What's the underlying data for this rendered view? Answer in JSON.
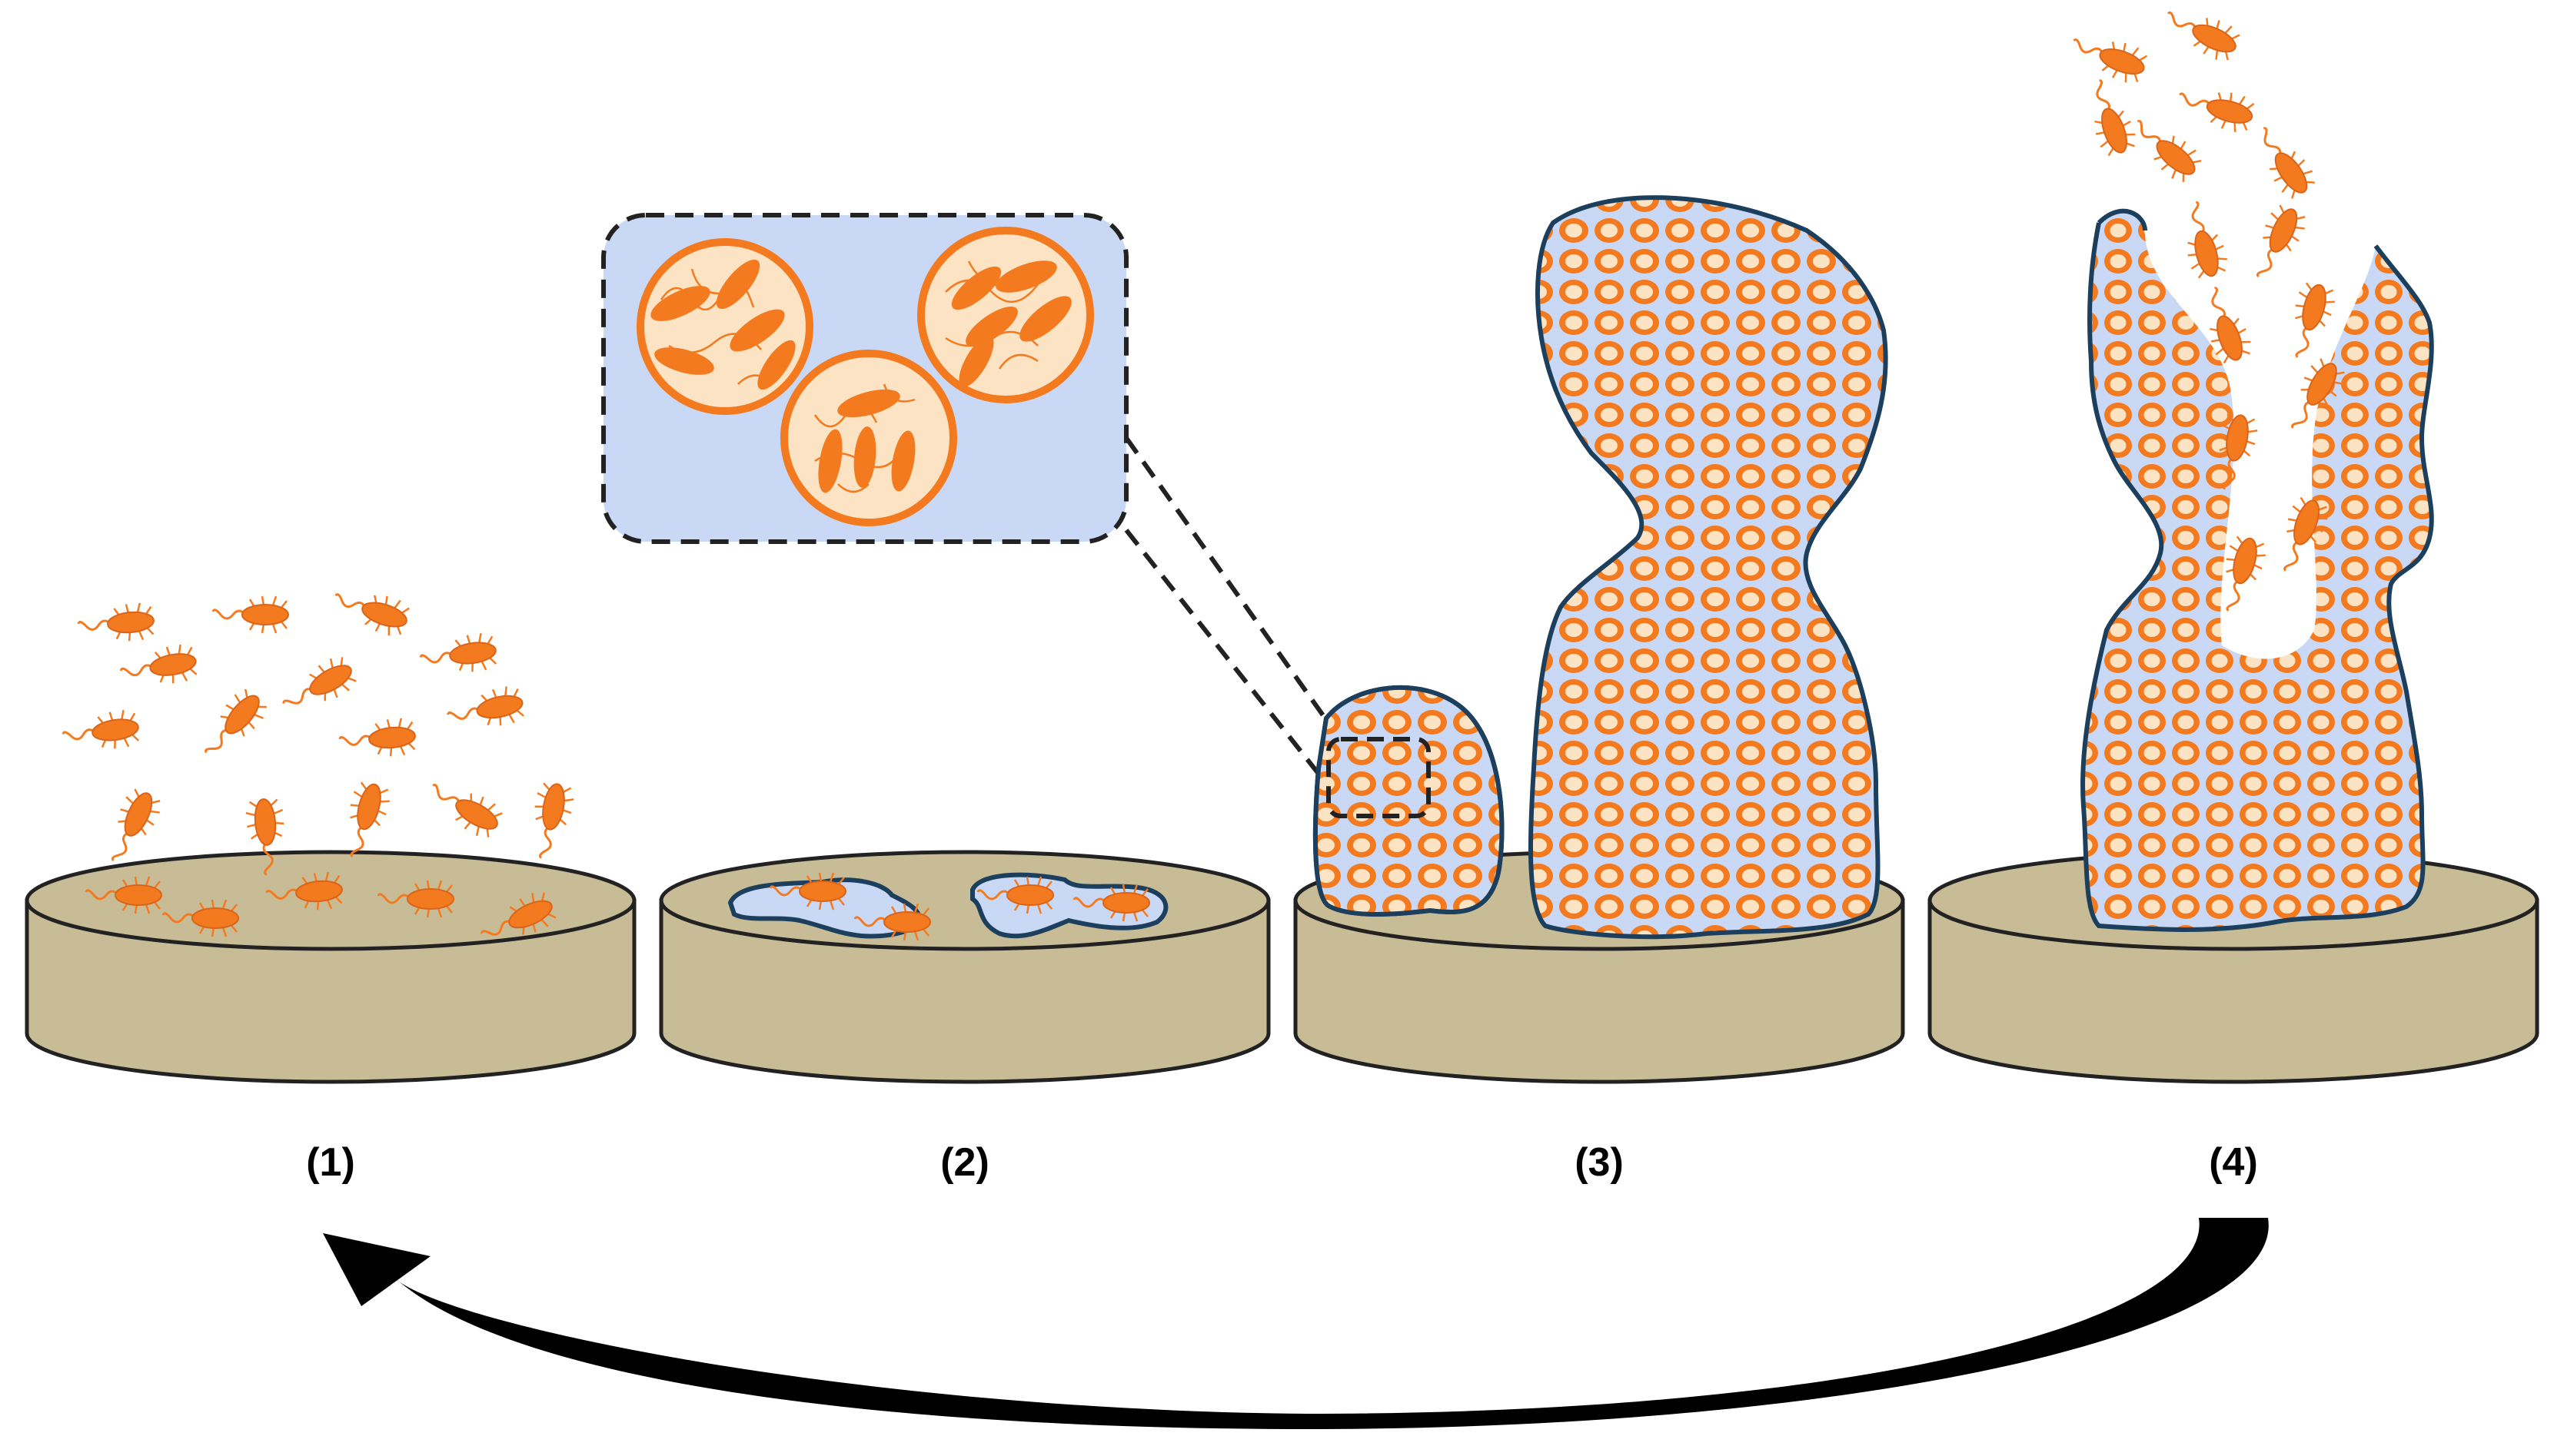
{
  "stages": [
    {
      "label": "(1)"
    },
    {
      "label": "(2)"
    },
    {
      "label": "(3)"
    },
    {
      "label": "(4)"
    }
  ],
  "colors": {
    "bacteria": "#F47A1F",
    "bacteria_outline": "#D9651A",
    "flagella": "#F47A1F",
    "matrix": "#C9D8F4",
    "matrix_outline": "#1C3F5E",
    "cell_fill": "#FCE3C4",
    "surface": "#C8BC97",
    "surface_outline": "#222222",
    "arrow": "#000000"
  },
  "icons": {
    "bacterium": "rod-bacterium-icon",
    "colony_cell": "ring-cell-icon",
    "cycle_arrow": "curved-arrow-icon"
  }
}
